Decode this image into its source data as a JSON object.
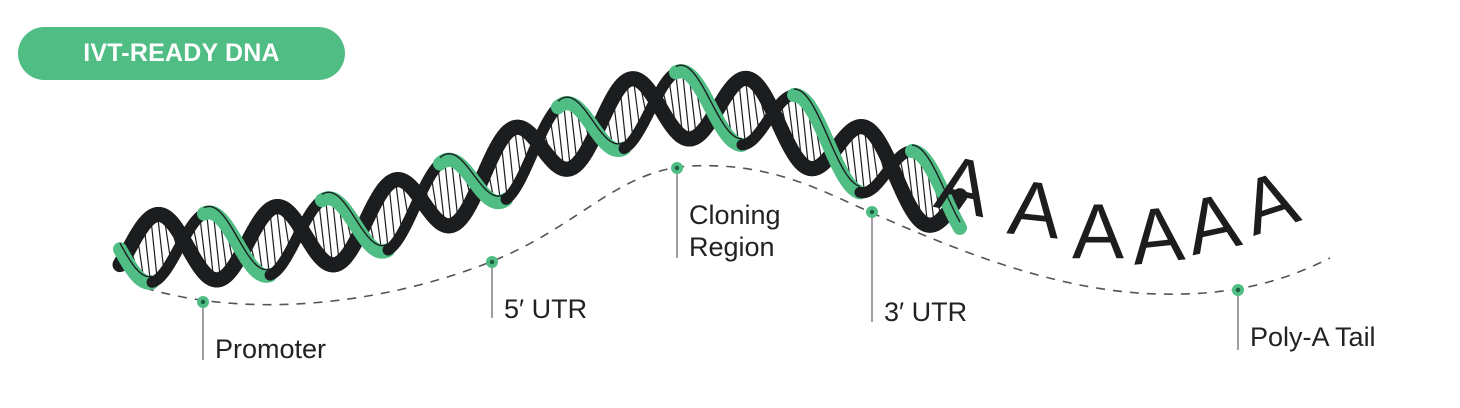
{
  "badge": {
    "label": "IVT-READY DNA"
  },
  "tail_letters": "AAAAAA",
  "features": [
    {
      "lines": [
        "Promoter"
      ]
    },
    {
      "lines": [
        "5′ UTR"
      ]
    },
    {
      "lines": [
        "Cloning",
        "Region"
      ]
    },
    {
      "lines": [
        "3′ UTR"
      ]
    },
    {
      "lines": [
        "Poly-A Tail"
      ]
    }
  ],
  "colors": {
    "accent": "#4fbd84",
    "strand_dark": "#1b1d1f",
    "marker_dot": "#1a5c40",
    "guide_line": "#555555"
  }
}
